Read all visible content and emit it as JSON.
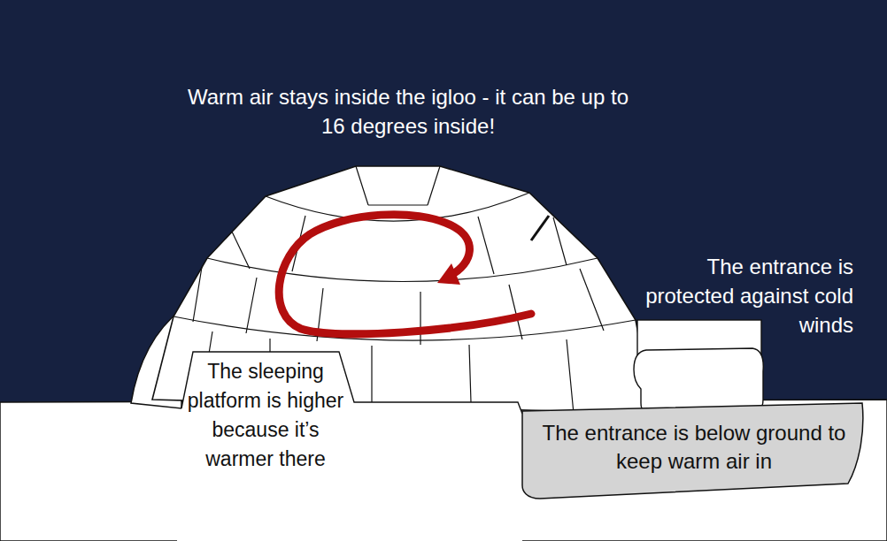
{
  "diagram": {
    "nodes": [
      {
        "text": [
          "The entrance is below ground to keep warm air in"
        ]
      }
    ],
    "labels": [
      "Warm air stays inside the igloo - it can be up to 16 degrees inside!",
      "The entrance is protected against cold winds",
      "The sleeping platform is higher because it’s warmer there"
    ]
  }
}
